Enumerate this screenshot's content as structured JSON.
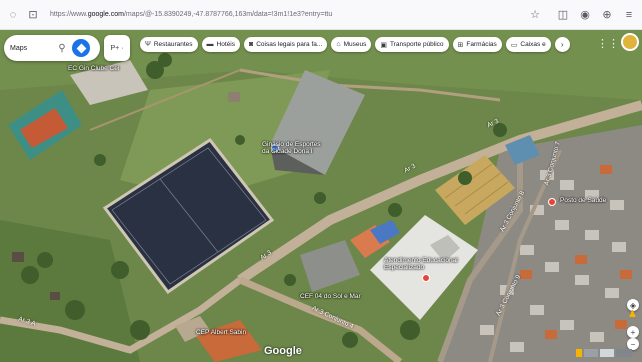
{
  "browser": {
    "url_prefix": "https://www.",
    "url_domain": "google.com",
    "url_rest": "/maps/@-15.8390249,-47.8787766,163m/data=!3m1!1e3?entry=ttu",
    "icons": [
      "shield-icon",
      "lock-icon",
      "bookmark-star-icon",
      "pocket-icon",
      "account-icon",
      "extensions-icon",
      "menu-icon"
    ]
  },
  "search": {
    "value": "Maps",
    "search_glyph": "⚲"
  },
  "layers_label": "P+ ·",
  "chips": [
    {
      "icon": "Ψ",
      "label": "Restaurantes"
    },
    {
      "icon": "▬",
      "label": "Hotéis"
    },
    {
      "icon": "◙",
      "label": "Coisas legais para fa..."
    },
    {
      "icon": "⌂",
      "label": "Museus"
    },
    {
      "icon": "▣",
      "label": "Transporte público"
    },
    {
      "icon": "⊞",
      "label": "Farmácias"
    },
    {
      "icon": "▭",
      "label": "Caixas e"
    }
  ],
  "labels": {
    "gin_clube": "EC Gin Clube Cei",
    "ginasio": "Ginásio de Esportes da Cidade Dona I",
    "atendimento": "Atendimento Educacional Especializado",
    "cef": "CEF 04 do Sol e Mar",
    "cep": "CEP Albert Sabin",
    "centro": "Posto de Saúde"
  },
  "roads": {
    "ar3_a": "Ar 3",
    "ar3_b": "Ar 3",
    "ar3_c": "Ar 3",
    "ar4": "Ar 3 A",
    "ar3_conj": "Ar 3 Conjunto 7",
    "ar3_conj2": "Ar 3 Conjunto 8",
    "ar3_conj3": "Ar 3 Conjunto 4",
    "ar3_conj4": "Ar 3 Conjunto 9"
  },
  "google": "Google",
  "colors": {
    "grass": "#6f8a4d",
    "field": "#2a3142",
    "road": "#b8a48a",
    "pin_red": "#ea4335",
    "pin_blue": "#4285f4"
  }
}
